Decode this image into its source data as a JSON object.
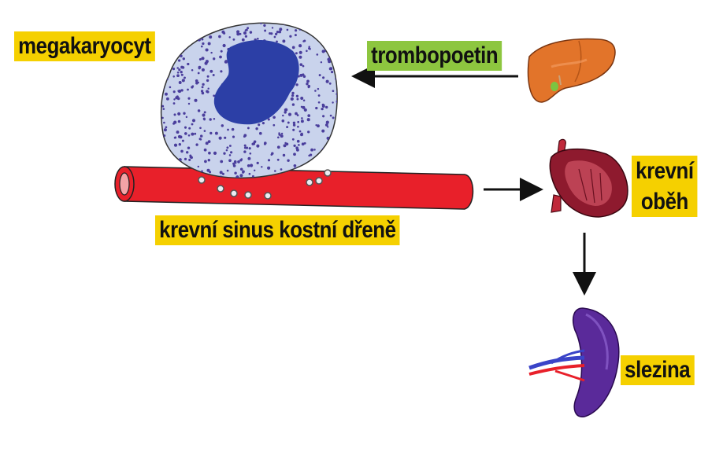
{
  "labels": {
    "megakaryocyte": "megakaryocyt",
    "thrombopoietin": "trombopoetin",
    "marrow_sinus": "krevní sinus kostní dřeně",
    "circulation_line1": "krevní",
    "circulation_line2": "oběh",
    "spleen": "slezina"
  },
  "icons": [
    "megakaryocyte-cell-icon",
    "liver-icon",
    "blood-vessel-icon",
    "heart-icon",
    "spleen-icon"
  ],
  "colors": {
    "label_yellow": "#f5d000",
    "label_green": "#8dc63f",
    "vessel_red": "#e8202a",
    "cytoplasm": "#c9d3ec",
    "granule": "#4a3e9c",
    "nucleus": "#2c3fa6",
    "liver": "#e2742a",
    "heart": "#8e1a2e",
    "spleen": "#5a2a9a"
  }
}
